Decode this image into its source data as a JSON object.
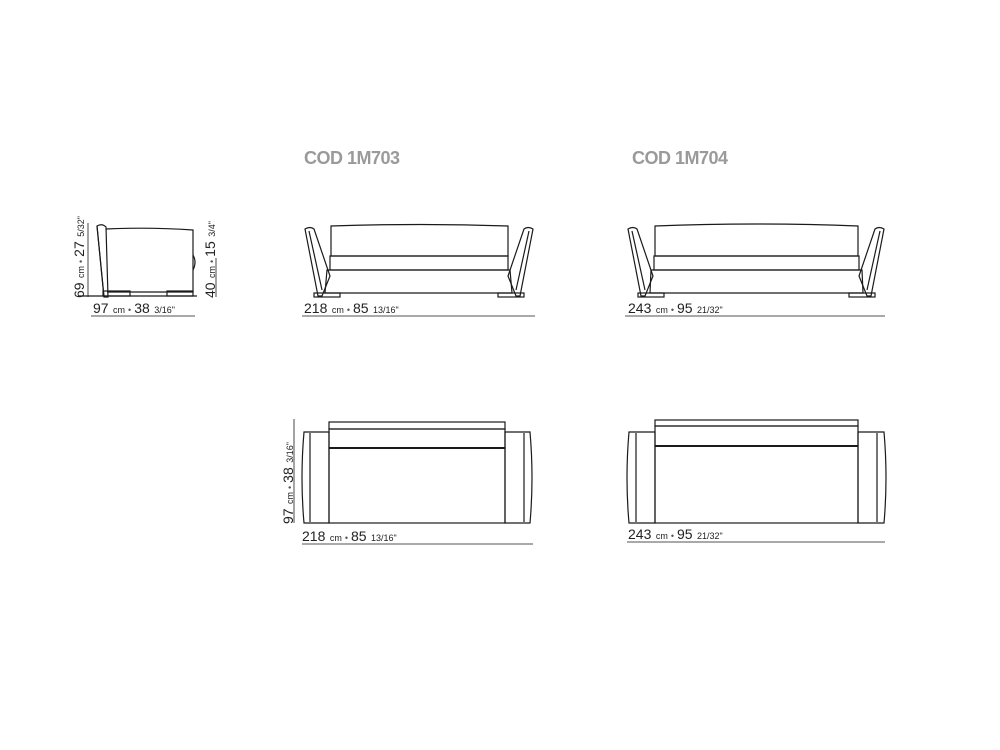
{
  "models": [
    {
      "code": "COD 1M703",
      "front": {
        "width_cm": "218",
        "unit_cm": "cm",
        "width_in": "85",
        "width_in_frac": "13/16\""
      },
      "top": {
        "width_cm": "218",
        "unit_cm": "cm",
        "width_in": "85",
        "width_in_frac": "13/16\"",
        "depth_cm": "97",
        "depth_in": "38",
        "depth_in_frac": "3/16\""
      }
    },
    {
      "code": "COD 1M704",
      "front": {
        "width_cm": "243",
        "unit_cm": "cm",
        "width_in": "95",
        "width_in_frac": "21/32\""
      },
      "top": {
        "width_cm": "243",
        "unit_cm": "cm",
        "width_in": "95",
        "width_in_frac": "21/32\""
      }
    }
  ],
  "side_view": {
    "depth_cm": "97",
    "depth_in": "38",
    "depth_in_frac": "3/16\"",
    "height_cm": "69",
    "height_in": "27",
    "height_in_frac": "5/32\"",
    "seat_cm": "40",
    "seat_in": "15",
    "seat_in_frac": "3/4\"",
    "unit_cm": "cm"
  },
  "separator": "•"
}
